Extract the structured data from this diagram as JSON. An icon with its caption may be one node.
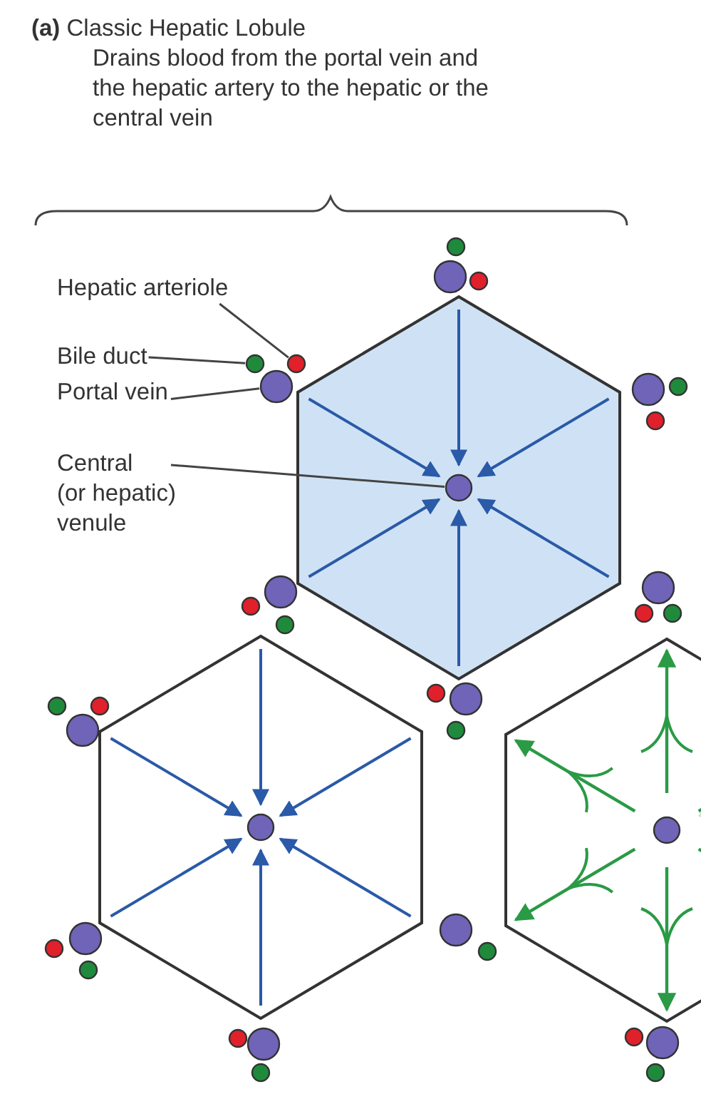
{
  "diagram": {
    "title": "**(a)** Classic Hepatic Lobule",
    "nodes": [
      {
        "text": [
          "Hepatic arteriole"
        ]
      },
      {
        "text": [
          "Bile duct"
        ]
      },
      {
        "text": [
          "Portal vein"
        ]
      },
      {
        "text": [
          "Central (or hepatic) venule"
        ]
      },
      {
        "text": [],
        "shape": "circle"
      },
      {
        "text": [],
        "shape": "circle"
      },
      {
        "text": [],
        "shape": "circle"
      },
      {
        "text": [],
        "shape": "circle"
      },
      {
        "text": [],
        "shape": "circle"
      },
      {
        "text": [],
        "shape": "circle"
      }
    ],
    "edges": [
      {
        "from": 0,
        "to": 4,
        "arrow": "none"
      },
      {
        "from": 1,
        "to": 5,
        "arrow": "none"
      },
      {
        "from": 2,
        "to": 6,
        "arrow": "none"
      },
      {
        "from": 3,
        "to": 7,
        "arrow": "none"
      }
    ],
    "labels": [
      "Drains blood from the portal vein and the hepatic artery to the hepatic or the central vein"
    ]
  }
}
